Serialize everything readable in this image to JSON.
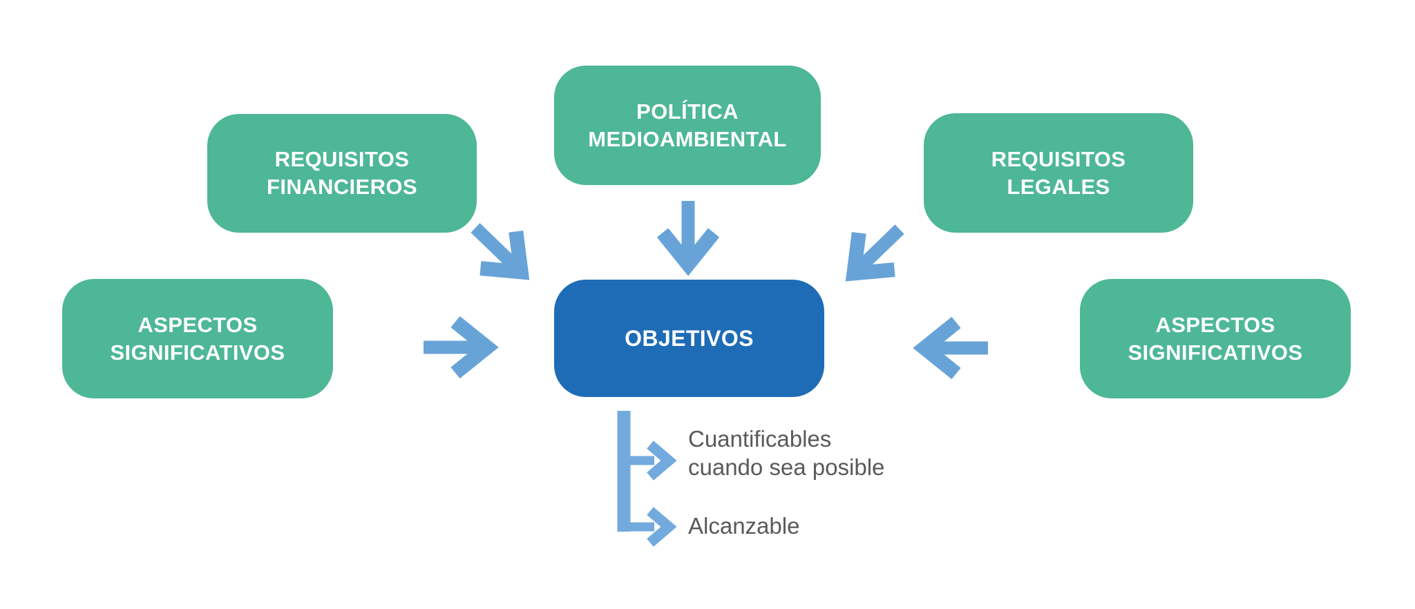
{
  "diagram": {
    "colors": {
      "box_green": "#4DB796",
      "box_blue": "#1E6CB5",
      "arrow_blue": "#68A3D8",
      "connector_blue": "#72AADD",
      "note_gray": "#595959"
    },
    "inputs": [
      {
        "id": "requisitos-financieros",
        "label": "REQUISITOS\nFINANCIEROS"
      },
      {
        "id": "politica-medioambiental",
        "label": "POLÍTICA\nMEDIOAMBIENTAL"
      },
      {
        "id": "requisitos-legales",
        "label": "REQUISITOS\nLEGALES"
      },
      {
        "id": "aspectos-significativos-izquierda",
        "label": "ASPECTOS\nSIGNIFICATIVOS"
      },
      {
        "id": "aspectos-significativos-derecha",
        "label": "ASPECTOS\nSIGNIFICATIVOS"
      }
    ],
    "center": {
      "label": "OBJETIVOS"
    },
    "outputs": [
      {
        "label": "Cuantificables\ncuando sea posible"
      },
      {
        "label": "Alcanzable"
      }
    ]
  }
}
